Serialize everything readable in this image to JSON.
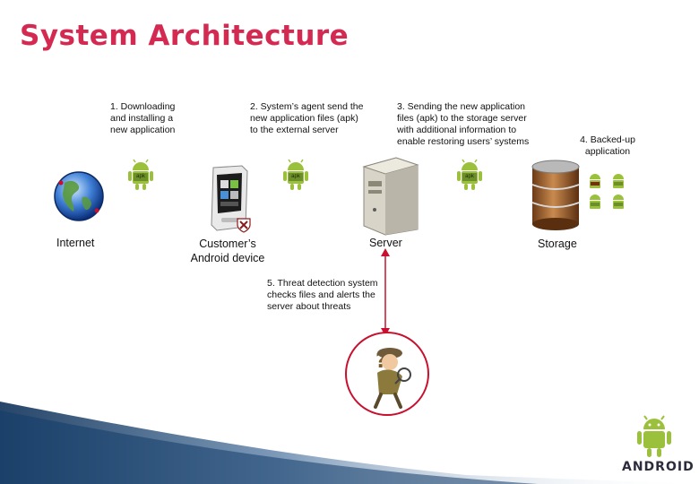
{
  "title": "System Architecture",
  "steps": {
    "s1": [
      "1. Downloading",
      "and installing a",
      "new application"
    ],
    "s2": [
      "2. System’s agent send the",
      "new application files (apk)",
      "to the external server"
    ],
    "s3": [
      "3. Sending the new application",
      "files (apk) to the storage server",
      "with additional information to",
      "enable restoring users’ systems"
    ],
    "s4": [
      "4. Backed-up",
      "application"
    ],
    "s5": [
      "5. Threat detection system",
      "checks files and alerts the",
      "server about threats"
    ]
  },
  "nodes": {
    "internet": "Internet",
    "device": [
      "Customer’s",
      "Android device"
    ],
    "server": "Server",
    "storage": "Storage"
  },
  "apk_label": "apk",
  "android_logo_text": "ANDROID",
  "colors": {
    "title": "#d42a52",
    "android_green": "#9bc13c",
    "detector_ring": "#c8102e",
    "band": "#1a4a7a"
  }
}
